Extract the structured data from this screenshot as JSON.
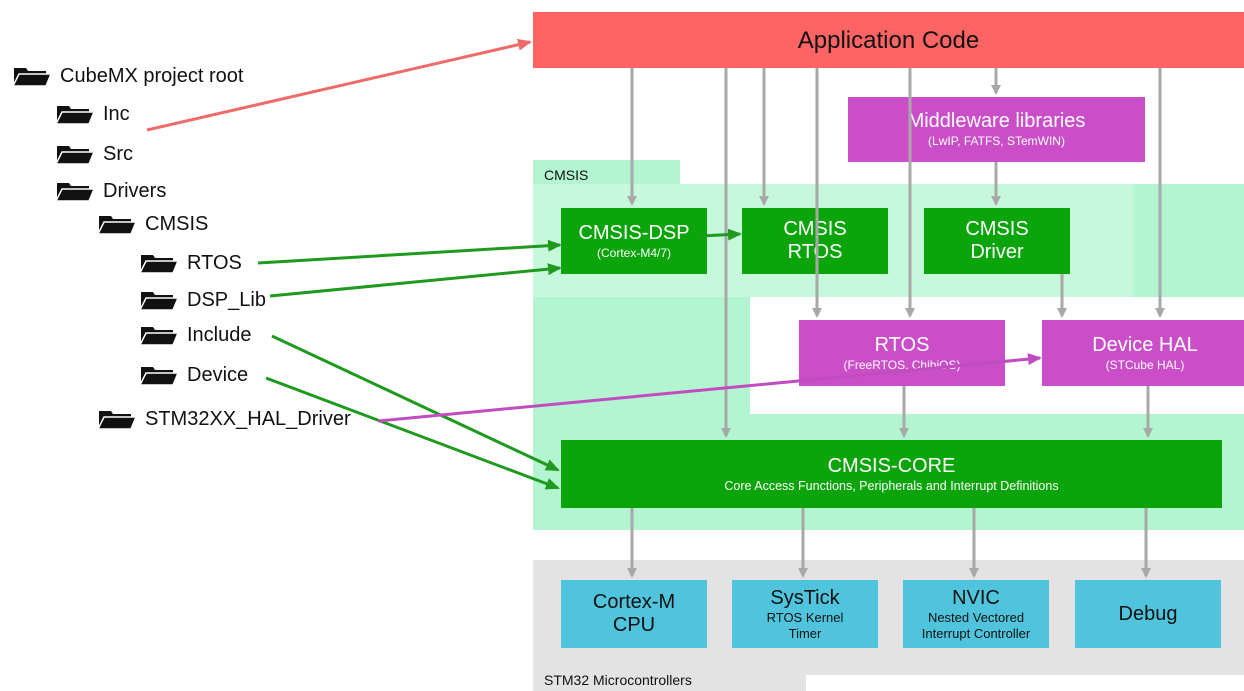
{
  "tree": [
    {
      "label": "CubeMX project root"
    },
    {
      "label": "Inc"
    },
    {
      "label": "Src"
    },
    {
      "label": "Drivers"
    },
    {
      "label": "CMSIS"
    },
    {
      "label": "RTOS"
    },
    {
      "label": "DSP_Lib"
    },
    {
      "label": "Include"
    },
    {
      "label": "Device"
    },
    {
      "label": "STM32XX_HAL_Driver"
    }
  ],
  "regions": {
    "cmsis": "CMSIS",
    "stm32": "STM32 Microcontrollers"
  },
  "boxes": {
    "app_code": {
      "title": "Application Code"
    },
    "middleware": {
      "title": "Middleware libraries",
      "sub": "(LwIP, FATFS, STemWIN)"
    },
    "cmsis_dsp": {
      "title": "CMSIS-DSP",
      "sub": "(Cortex-M4/7)"
    },
    "cmsis_rtos": {
      "title1": "CMSIS",
      "title2": "RTOS"
    },
    "cmsis_driver": {
      "title1": "CMSIS",
      "title2": "Driver"
    },
    "rtos": {
      "title": "RTOS",
      "sub": "(FreeRTOS, ChibiOS)"
    },
    "device_hal": {
      "title": "Device HAL",
      "sub": "(STCube HAL)"
    },
    "cmsis_core": {
      "title": "CMSIS-CORE",
      "sub": "Core Access Functions, Peripherals and Interrupt Definitions"
    },
    "cortex_cpu": {
      "title1": "Cortex-M",
      "title2": "CPU"
    },
    "systick": {
      "title": "SysTick",
      "sub1": "RTOS Kernel",
      "sub2": "Timer"
    },
    "nvic": {
      "title": "NVIC",
      "sub1": "Nested Vectored",
      "sub2": "Interrupt Controller"
    },
    "debug": {
      "title": "Debug"
    }
  },
  "colors": {
    "app_code": "#ff6464",
    "green": "#0ba50b",
    "magenta": "#c94ec8",
    "cyan": "#4fc4dc",
    "cmsis_region": "#b3f5d0",
    "stm32_region": "#e3e3e3",
    "arrow_gray": "#a8a8a8",
    "arrow_red": "#f06a6a",
    "arrow_green": "#1f9a1f",
    "arrow_magenta": "#c04cc0"
  },
  "icons": {
    "folder": "folder-icon"
  }
}
